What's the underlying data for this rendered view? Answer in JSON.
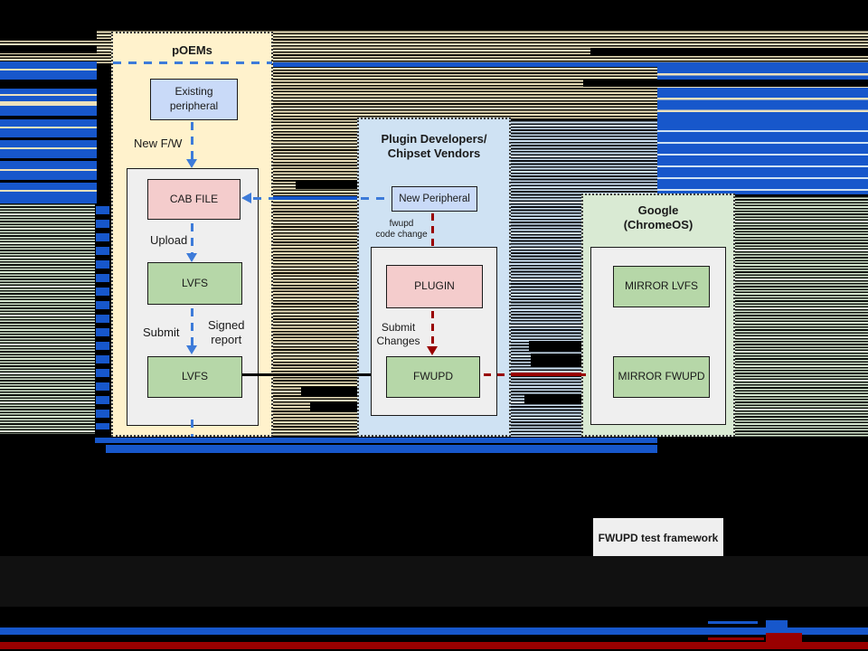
{
  "diagram": {
    "lanes": {
      "poems": {
        "title": "pOEMs"
      },
      "plugin": {
        "title": "Plugin Developers/\nChipset Vendors"
      },
      "google": {
        "title": "Google\n(ChromeOS)"
      }
    },
    "nodes": {
      "existing_peripheral": "Existing\nperipheral",
      "cab_file": "CAB FILE",
      "lvfs_upper": "LVFS",
      "lvfs_lower": "LVFS",
      "new_peripheral": "New Peripheral",
      "plugin": "PLUGIN",
      "fwupd": "FWUPD",
      "mirror_lvfs": "MIRROR LVFS",
      "mirror_fwupd": "MIRROR FWUPD",
      "test_framework": "FWUPD test framework"
    },
    "edge_labels": {
      "new_fw": "New F/W",
      "upload": "Upload",
      "submit": "Submit",
      "signed_report": "Signed\nreport",
      "fwupd_code_change": "fwupd\ncode change",
      "submit_changes": "Submit\nChanges"
    },
    "colors": {
      "glitch_blue": "#1757cb",
      "arrow_blue": "#3d7bd9",
      "arrow_red": "#990000",
      "lane_poems_bg": "#fff2cc",
      "lane_plugin_bg": "#cfe2f3",
      "lane_google_bg": "#d9ead3",
      "node_blue": "#c9daf8",
      "node_pink": "#f4cccc",
      "node_green": "#b6d7a8",
      "container_gray": "#efefef",
      "glitch_tan": "#ece1bd",
      "bottom_band_gray": "#111111"
    }
  }
}
